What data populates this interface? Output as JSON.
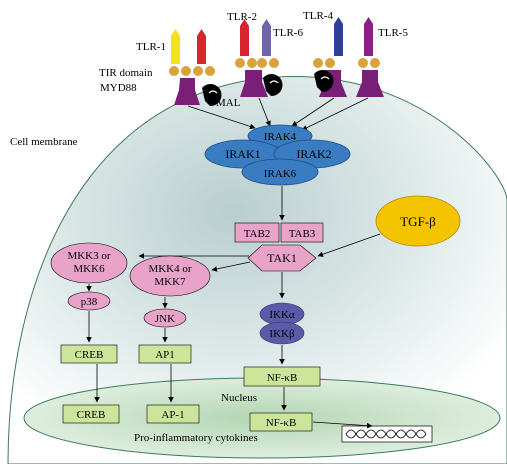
{
  "labels": {
    "tlr1": "TLR-1",
    "tlr2": "TLR-2",
    "tlr4": "TLR-4",
    "tlr5": "TLR-5",
    "tlr6": "TLR-6",
    "tir_domain": "TIR domain",
    "myd88": "MYD88",
    "mal": "MAL",
    "cell_membrane": "Cell membrane",
    "nucleus": "Nucleus",
    "pro_inflammatory": "Pro-inflammatory cytokines"
  },
  "nodes": {
    "irak4": "IRAK4",
    "irak1": "IRAK1",
    "irak2": "IRAK2",
    "irak6": "IRAK6",
    "tab2": "TAB2",
    "tab3": "TAB3",
    "tak1": "TAK1",
    "tgfb": "TGF-β",
    "mkk3_line1": "MKK3 or",
    "mkk3_line2": "MKK6",
    "mkk4_line1": "MKK4 or",
    "mkk4_line2": "MKK7",
    "p38": "p38",
    "jnk": "JNK",
    "ikka": "IKKα",
    "ikkb": "IKKβ",
    "creb_cyto": "CREB",
    "ap1_cyto": "AP1",
    "nfkb_cyto": "NF-κB",
    "creb_nuc": "CREB",
    "ap1_nuc": "AP-1",
    "nfkb_nuc": "NF-κB"
  },
  "colors": {
    "tlr1": "#f2e21a",
    "tlr_red": "#d8262e",
    "tlr6": "#6e66a8",
    "tlr4": "#2f3f9a",
    "tlr5": "#8a1f86",
    "tir": "#d9a23c",
    "myd88": "#7a1f78",
    "irak": "#3a7cc2",
    "pink": "#e9a3c9",
    "tgfb": "#f5c400",
    "ikk": "#5a5aa8",
    "green": "#cde59a",
    "cell_fill": "#d8e4e4",
    "nucleus_fill": "#c8e2c8"
  }
}
